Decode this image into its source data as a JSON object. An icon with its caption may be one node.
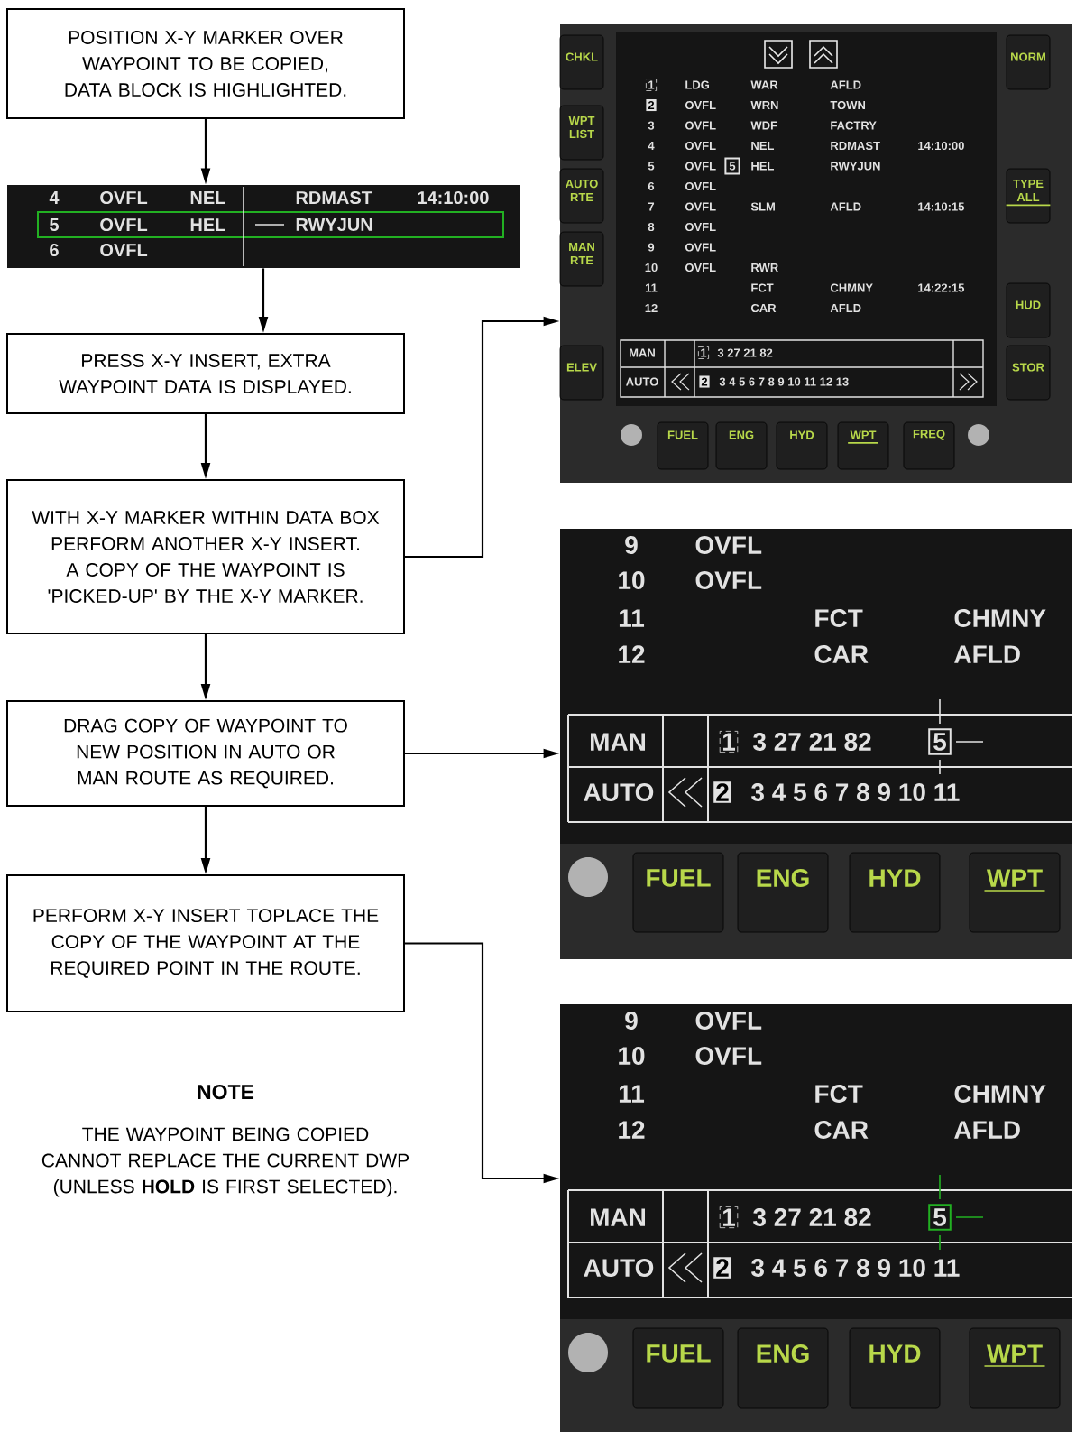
{
  "diagram": {
    "nodes": [
      {
        "text": [
          "POSITION X-Y MARKER OVER WAYPOINT TO BE COPIED, DATA BLOCK IS HIGHLIGHTED."
        ]
      },
      {
        "text": [
          "4",
          "OVFL",
          "NEL",
          "RDMAST",
          "14:10:00",
          "5",
          "OVFL",
          "HEL",
          "RWYJUN",
          "6",
          "OVFL"
        ]
      },
      {
        "text": [
          "PRESS X-Y INSERT, EXTRA WAYPOINT DATA IS DISPLAYED."
        ]
      },
      {
        "text": [
          "WITH X-Y MARKER WITHIN DATA BOX PERFORM ANOTHER X-Y INSERT. A COPY OF THE WAYPOINT IS 'PICKED-UP' BY THE X-Y MARKER."
        ]
      },
      {
        "text": [
          "DRAG COPY OF WAYPOINT TO NEW POSITION IN AUTO OR MAN ROUTE AS REQUIRED."
        ]
      },
      {
        "text": [
          "PERFORM X-Y INSERT TOPLACE THE COPY OF THE WAYPOINT AT THE REQUIRED  POINT IN THE ROUTE."
        ]
      },
      {
        "text": [
          "CHKL",
          "WPT LIST",
          "AUTO RTE",
          "MAN RTE",
          "ELEV",
          "NORM",
          "TYPE ALL",
          "HUD",
          "STOR",
          "1",
          "LDG",
          "WAR",
          "AFLD",
          "2",
          "OVFL",
          "WRN",
          "TOWN",
          "3",
          "OVFL",
          "WDF",
          "FACTRY",
          "4",
          "OVFL",
          "NEL",
          "RDMAST",
          "14:10:00",
          "5",
          "OVFL",
          "5",
          "HEL",
          "RWYJUN",
          "6",
          "OVFL",
          "7",
          "OVFL",
          "SLM",
          "AFLD",
          "14:10:15",
          "8",
          "OVFL",
          "9",
          "OVFL",
          "10",
          "OVFL",
          "RWR",
          "11",
          "FCT",
          "CHMNY",
          "14:22:15",
          "12",
          "CAR",
          "AFLD",
          "MAN",
          "1",
          "3 27 21 82",
          "AUTO",
          "2",
          "3 4 5 6 7 8 9 10 11 12 13",
          "FUEL",
          "ENG",
          "HYD",
          "WPT",
          "FREQ"
        ]
      },
      {
        "text": [
          "9",
          "OVFL",
          "10",
          "OVFL",
          "11",
          "FCT",
          "CHMNY",
          "12",
          "CAR",
          "AFLD",
          "MAN",
          "1",
          "3 27 21 82",
          "5",
          "AUTO",
          "2",
          "3 4 5 6 7 8 9 10 11",
          "FUEL",
          "ENG",
          "HYD",
          "WPT"
        ]
      },
      {
        "text": [
          "9",
          "OVFL",
          "10",
          "OVFL",
          "11",
          "FCT",
          "CHMNY",
          "12",
          "CAR",
          "AFLD",
          "MAN",
          "1",
          "3 27 21 82",
          "5",
          "AUTO",
          "2",
          "3 4 5 6 7 8 9 10 11",
          "FUEL",
          "ENG",
          "HYD",
          "WPT"
        ]
      }
    ],
    "edges": [
      {
        "from": 0,
        "to": 1,
        "arrow": "to"
      },
      {
        "from": 1,
        "to": 2,
        "arrow": "to"
      },
      {
        "from": 2,
        "to": 3,
        "arrow": "to"
      },
      {
        "from": 3,
        "to": 4,
        "arrow": "to"
      },
      {
        "from": 4,
        "to": 5,
        "arrow": "to"
      },
      {
        "from": 3,
        "to": 6,
        "arrow": "to"
      },
      {
        "from": 4,
        "to": 7,
        "arrow": "to"
      },
      {
        "from": 5,
        "to": 8,
        "arrow": "to"
      }
    ],
    "labels": [
      "NOTE",
      "THE WAYPOINT BEING COPIED CANNOT REPLACE THE CURRENT DWP (UNLESS **HOLD** IS FIRST SELECTED)."
    ]
  }
}
